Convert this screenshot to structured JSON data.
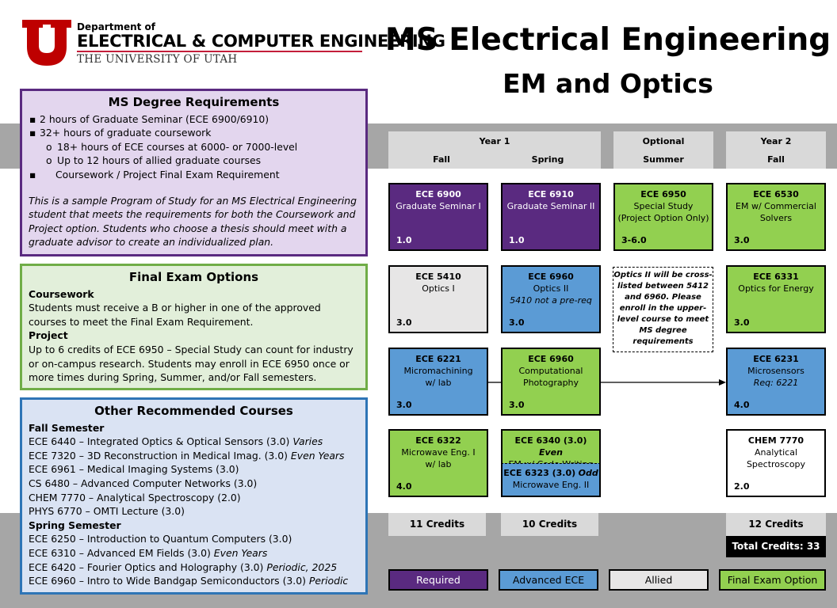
{
  "logo": {
    "line1": "Department of",
    "line2": "ELECTRICAL & COMPUTER ENGINEERING",
    "line3": "THE UNIVERSITY OF UTAH",
    "brand_color": "#be0000"
  },
  "title": {
    "main": "MS Electrical Engineering",
    "sub": "EM and Optics"
  },
  "requirements": {
    "title": "MS Degree Requirements",
    "b1": "2 hours of Graduate Seminar (ECE 6900/6910)",
    "b2": "32+ hours of graduate coursework",
    "s1": "18+ hours of ECE courses at 6000- or 7000-level",
    "s2": "Up to 12 hours of allied graduate courses",
    "b3": "Coursework / Project Final Exam Requirement",
    "note": "This is a sample Program of Study for an MS Electrical Engineering student that meets the requirements for both the Coursework and Project option. Students who choose a thesis should meet with a graduate advisor to create an individualized plan."
  },
  "final_exam": {
    "title": "Final Exam Options",
    "h1": "Coursework",
    "t1": "Students must receive a B or higher in one of the approved courses to meet the Final Exam Requirement.",
    "h2": "Project",
    "t2": "Up to 6 credits of ECE 6950 – Special Study can count for industry or on-campus research. Students may enroll in ECE 6950 once or more times during Spring, Summer, and/or Fall semesters."
  },
  "other": {
    "title": "Other Recommended Courses",
    "fall_heading": "Fall Semester",
    "fall": [
      {
        "text": "ECE 6440 – Integrated Optics & Optical Sensors (3.0)",
        "note": "Varies"
      },
      {
        "text": "ECE 7320 – 3D Reconstruction in Medical Imag. (3.0)",
        "note": "Even Years"
      },
      {
        "text": "ECE 6961 – Medical Imaging Systems (3.0)",
        "note": ""
      },
      {
        "text": "CS 6480 – Advanced Computer Networks (3.0)",
        "note": ""
      },
      {
        "text": "CHEM 7770 – Analytical Spectroscopy (2.0)",
        "note": ""
      },
      {
        "text": "PHYS 6770 – OMTI Lecture (3.0)",
        "note": ""
      }
    ],
    "spring_heading": "Spring Semester",
    "spring": [
      {
        "text": "ECE 6250 – Introduction to Quantum Computers (3.0)",
        "note": ""
      },
      {
        "text": "ECE 6310 – Advanced EM Fields (3.0)",
        "note": "Even Years"
      },
      {
        "text": "ECE 6420 – Fourier Optics and Holography (3.0)",
        "note": "Periodic, 2025"
      },
      {
        "text": "ECE 6960 – Intro to Wide Bandgap Semiconductors (3.0)",
        "note": "Periodic"
      }
    ]
  },
  "headers": {
    "year1": "Year 1",
    "fall": "Fall",
    "spring": "Spring",
    "optional": "Optional",
    "summer": "Summer",
    "year2": "Year 2",
    "fall2": "Fall"
  },
  "courses": {
    "c6900": {
      "code": "ECE 6900",
      "name": "Graduate Seminar I",
      "credits": "1.0"
    },
    "c6910": {
      "code": "ECE 6910",
      "name": "Graduate Seminar II",
      "credits": "1.0"
    },
    "c6950": {
      "code": "ECE 6950",
      "name1": "Special Study",
      "name2": "(Project Option Only)",
      "credits": "3-6.0"
    },
    "c6530": {
      "code": "ECE 6530",
      "name1": "EM w/ Commercial",
      "name2": "Solvers",
      "credits": "3.0"
    },
    "c5410": {
      "code": "ECE 5410",
      "name": "Optics I",
      "credits": "3.0"
    },
    "c6960a": {
      "code": "ECE 6960",
      "name": "Optics II",
      "note": "5410 not a pre-req",
      "credits": "3.0"
    },
    "c6331": {
      "code": "ECE 6331",
      "name": "Optics for Energy",
      "credits": "3.0"
    },
    "c6221": {
      "code": "ECE 6221",
      "name1": "Micromachining",
      "name2": "w/ lab",
      "credits": "3.0"
    },
    "c6960b": {
      "code": "ECE 6960",
      "name1": "Computational",
      "name2": "Photography",
      "credits": "3.0"
    },
    "c6231": {
      "code": "ECE 6231",
      "name": "Microsensors",
      "note": "Req: 6221",
      "credits": "4.0"
    },
    "c6322": {
      "code": "ECE 6322",
      "name1": "Microwave Eng. I",
      "name2": "w/ lab",
      "credits": "4.0"
    },
    "c6340": {
      "code": "ECE 6340 (3.0)",
      "tag": "Even",
      "name": "EM w/ Code Writing"
    },
    "c6323": {
      "code": "ECE 6323 (3.0)",
      "tag": "Odd",
      "name": "Microwave Eng. II"
    },
    "c7770": {
      "code": "CHEM 7770",
      "name1": "Analytical",
      "name2": "Spectroscopy",
      "credits": "2.0"
    }
  },
  "optics_note": "Optics II will be cross-listed between 5412 and 6960. Please enroll in the upper-level course to meet MS degree requirements",
  "credits": {
    "year1": "11 Credits",
    "spring": "10 Credits",
    "year2": "12 Credits",
    "total": "Total Credits: 33"
  },
  "legend": {
    "required": "Required",
    "advanced": "Advanced ECE",
    "allied": "Allied",
    "final": "Final Exam Option"
  },
  "colors": {
    "required": "#5a2a80",
    "advanced": "#5b9bd5",
    "allied": "#e7e6e6",
    "final": "#92d050",
    "band": "#a6a6a6"
  }
}
